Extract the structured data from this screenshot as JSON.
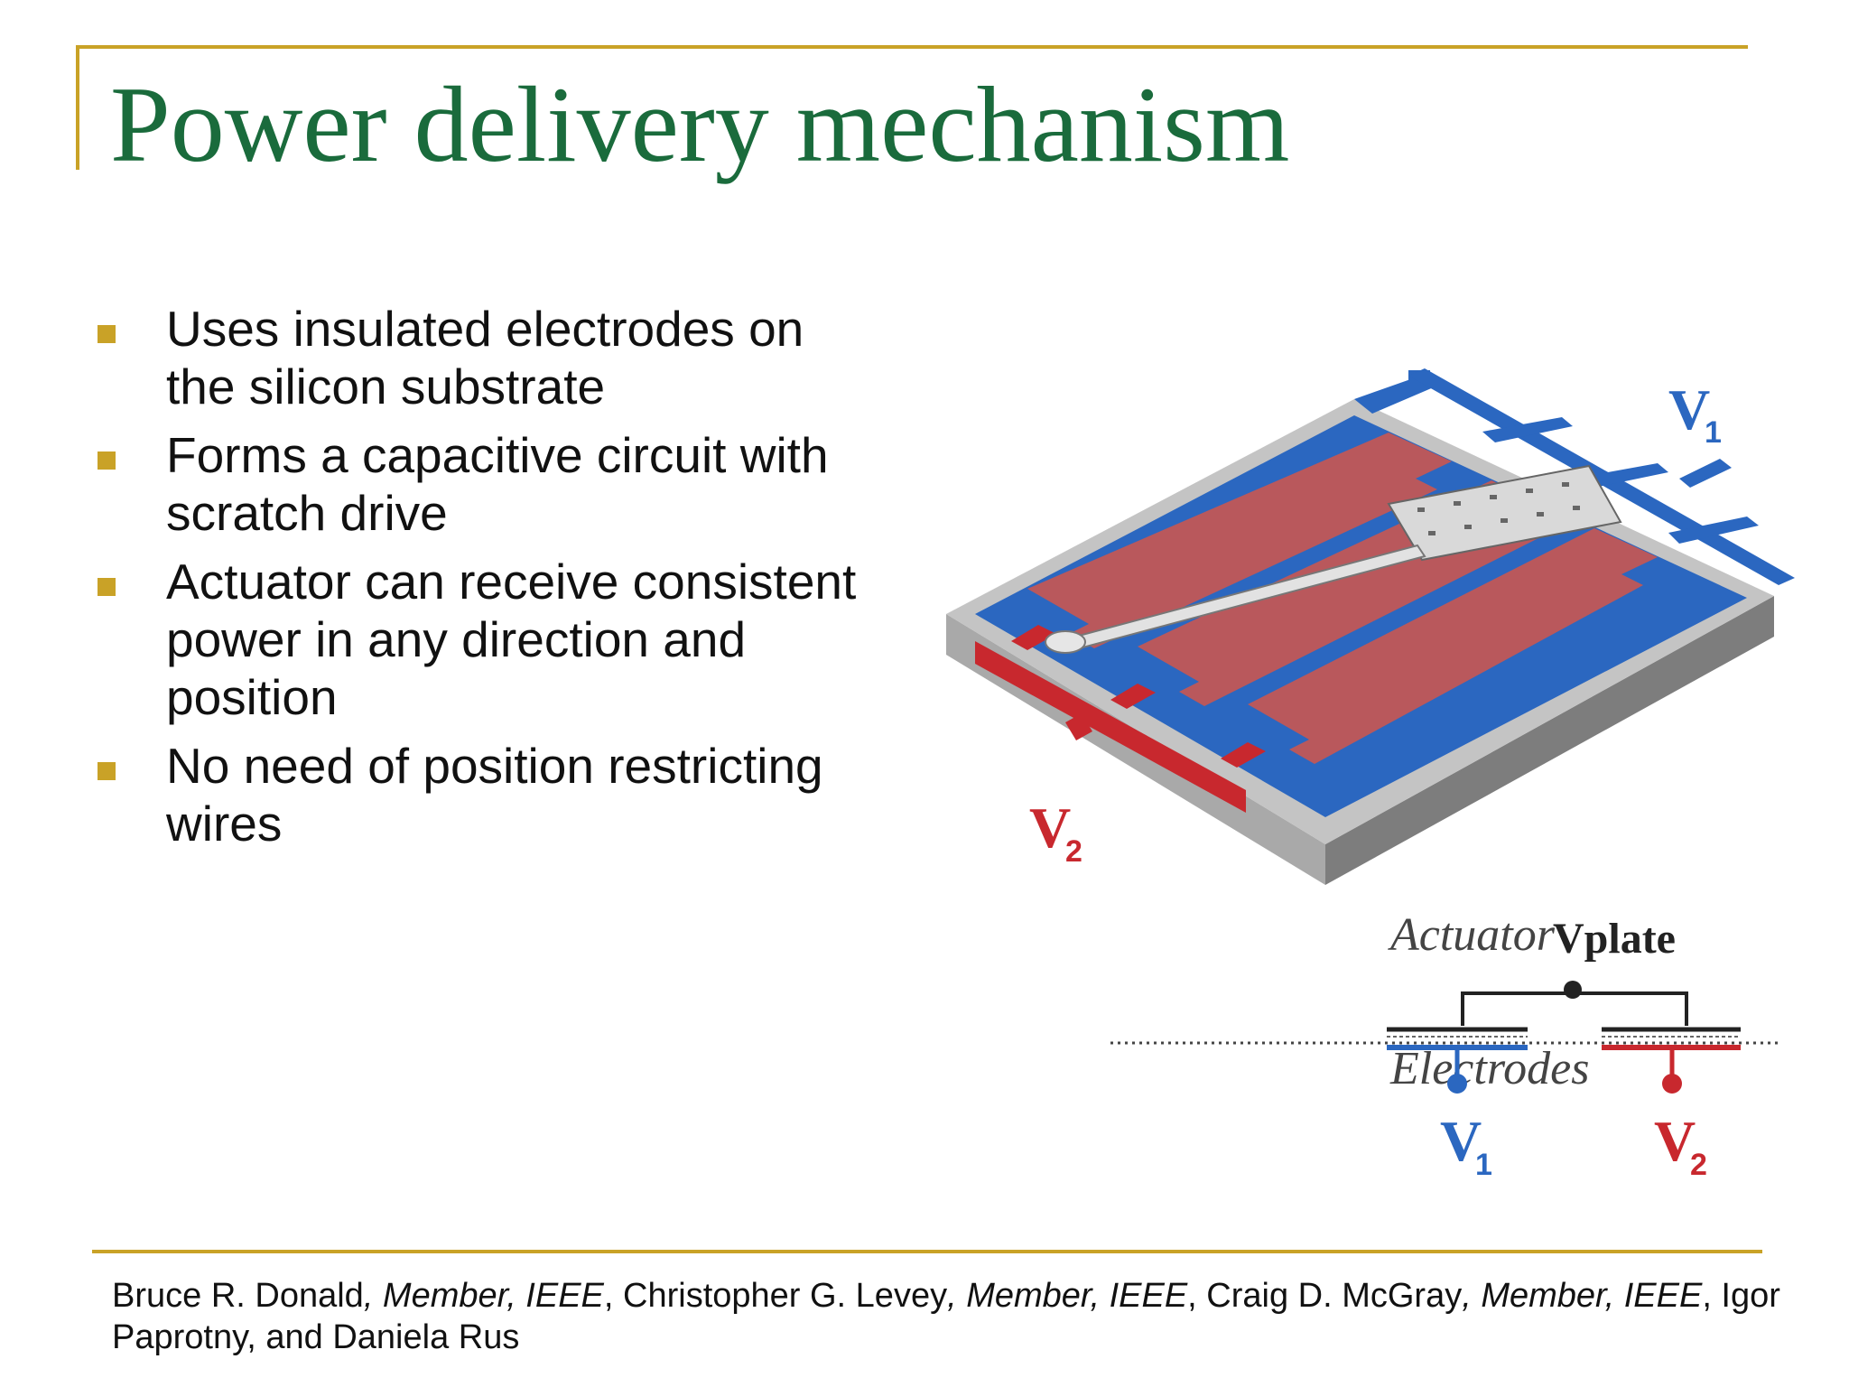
{
  "slide": {
    "title": "Power delivery mechanism",
    "bullets": [
      {
        "text": "Uses insulated electrodes on the silicon substrate"
      },
      {
        "text": "Forms a capacitive circuit with scratch drive"
      },
      {
        "text": "Actuator can receive consistent power in any direction and position"
      },
      {
        "text": "No need of position restricting wires"
      }
    ]
  },
  "figure": {
    "v1_main": "V",
    "v1_sub": "1",
    "v2_main": "V",
    "v2_sub": "2",
    "vplate_label": "Vplate",
    "actuator_label": "Actuator",
    "electrodes_label": "Electrodes",
    "colors": {
      "blue": "#2b67c0",
      "red": "#c8282e",
      "red_stripe": "#b9585c",
      "substrate": "#9a9a9a"
    }
  },
  "citation": {
    "author1": "Bruce R. Donald",
    "role1": ", Member, IEEE",
    "author2": ", Christopher G. Levey",
    "role2": ", Member, IEEE",
    "author3": ", Craig D. McGray",
    "role3": ", Member, IEEE",
    "line2": ", Igor Paprotny, and Daniela Rus"
  }
}
